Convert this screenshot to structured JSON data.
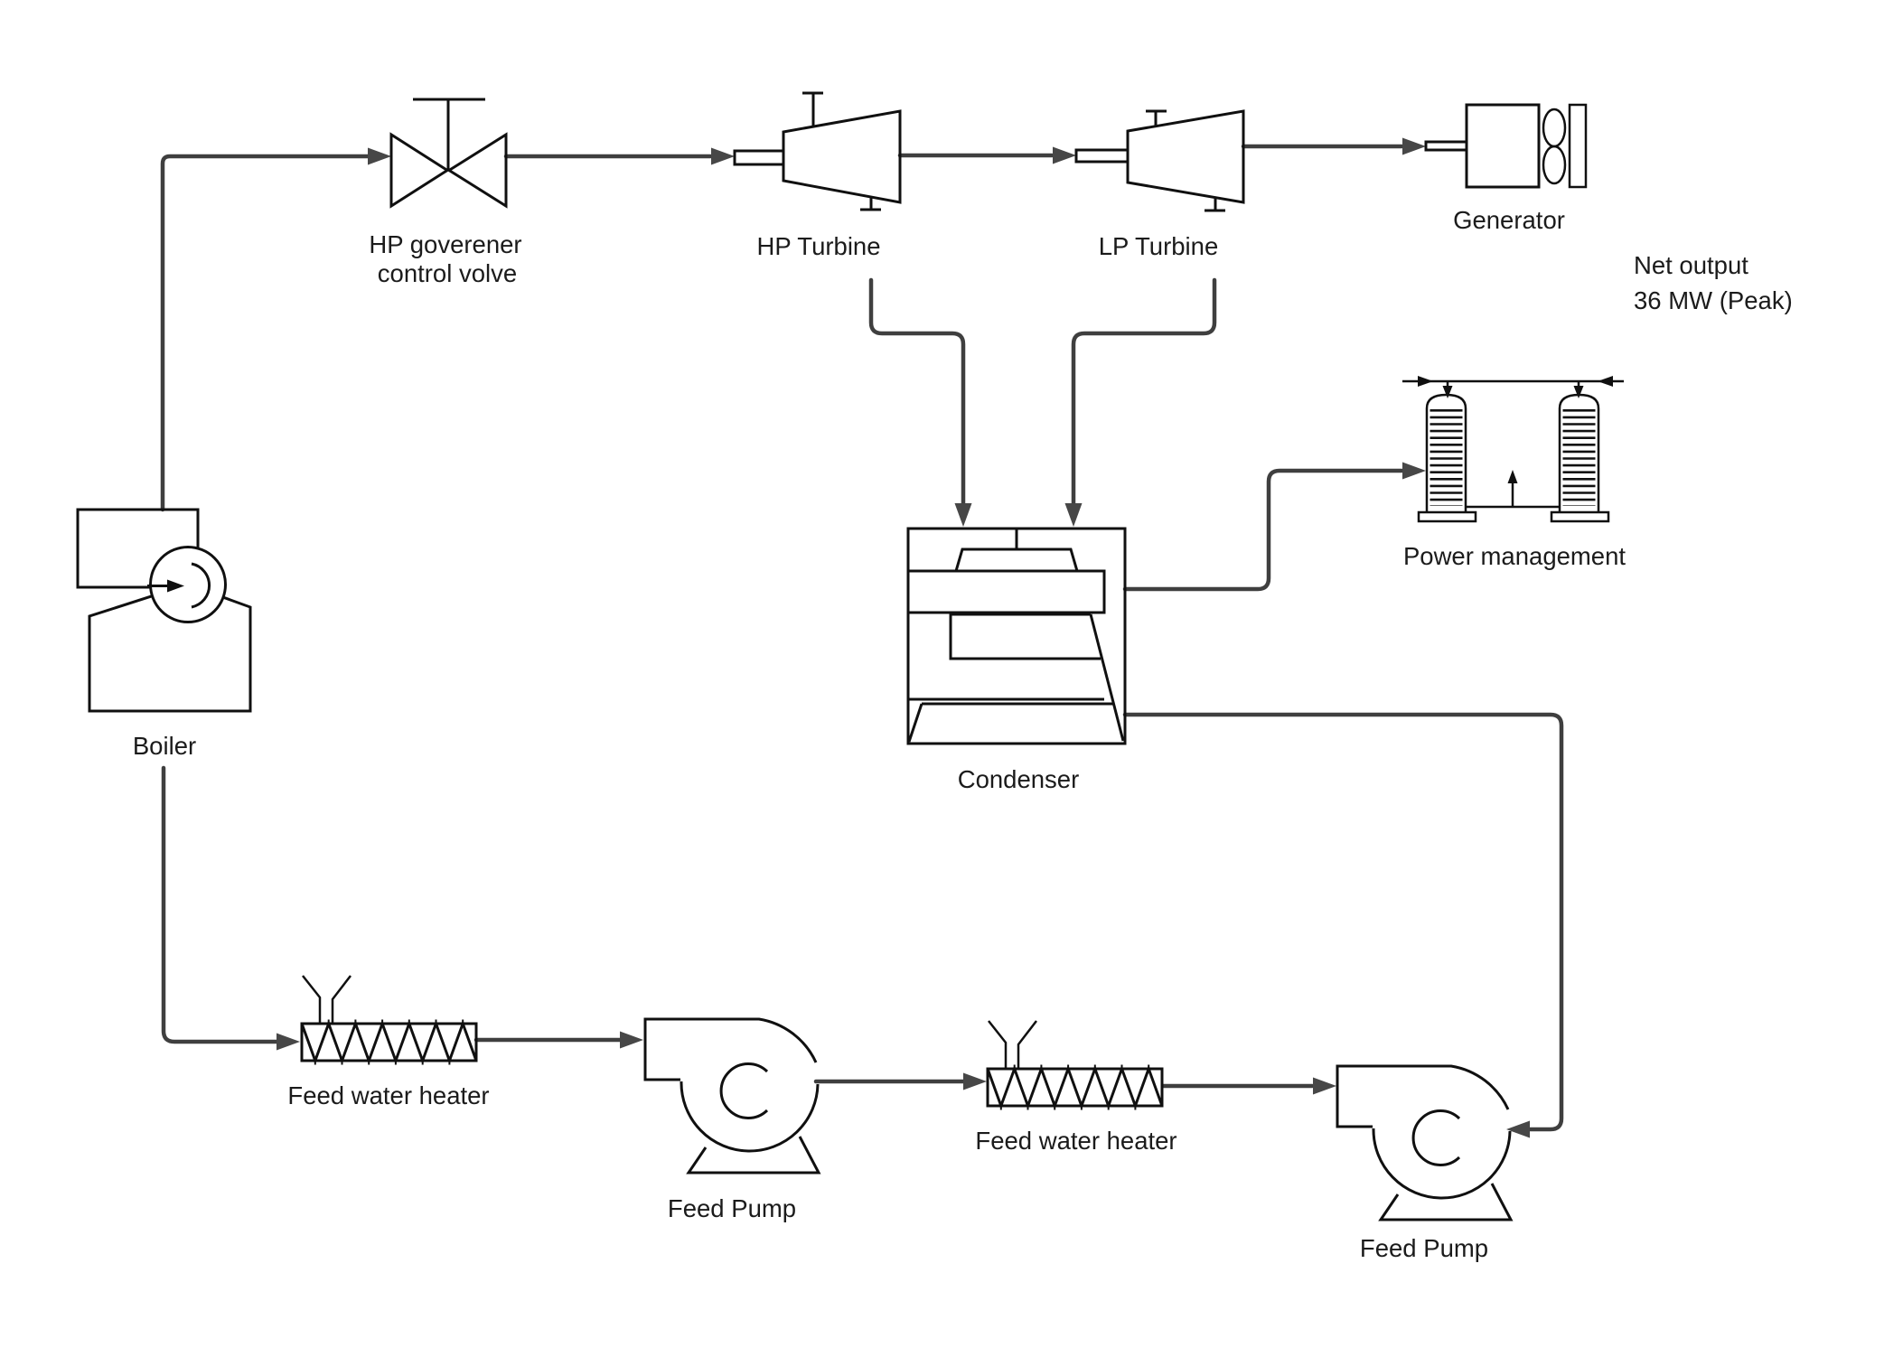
{
  "diagram": {
    "type": "process-flow-diagram",
    "subject": "Steam power plant cycle",
    "colors": {
      "background": "#ffffff",
      "pipe": "#3f3f3f",
      "component_stroke": "#101010",
      "text": "#1b1b1b"
    },
    "components": {
      "valve": {
        "label_line1": "HP goverener",
        "label_line2": "control volve"
      },
      "hp_turbine": {
        "label": "HP Turbine"
      },
      "lp_turbine": {
        "label": "LP Turbine"
      },
      "generator": {
        "label": "Generator"
      },
      "net_output": {
        "line1": "Net output",
        "line2": "36 MW (Peak)"
      },
      "power_management": {
        "label": "Power management"
      },
      "condenser": {
        "label": "Condenser"
      },
      "boiler": {
        "label": "Boiler"
      },
      "feed_water_heater_1": {
        "label": "Feed water heater"
      },
      "feed_pump_1": {
        "label": "Feed Pump"
      },
      "feed_water_heater_2": {
        "label": "Feed water heater"
      },
      "feed_pump_2": {
        "label": "Feed Pump"
      }
    }
  }
}
